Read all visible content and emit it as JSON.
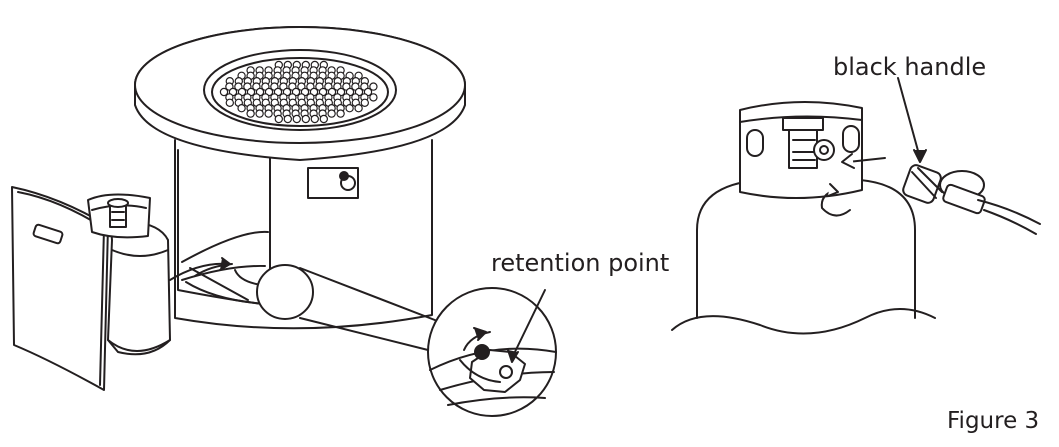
{
  "labels": {
    "retention_point": "retention point",
    "black_handle": "black handle",
    "figure_caption": "Figure 3"
  },
  "colors": {
    "line": "#231f20",
    "background": "#ffffff",
    "rock_fill": "#d9d9d9"
  }
}
